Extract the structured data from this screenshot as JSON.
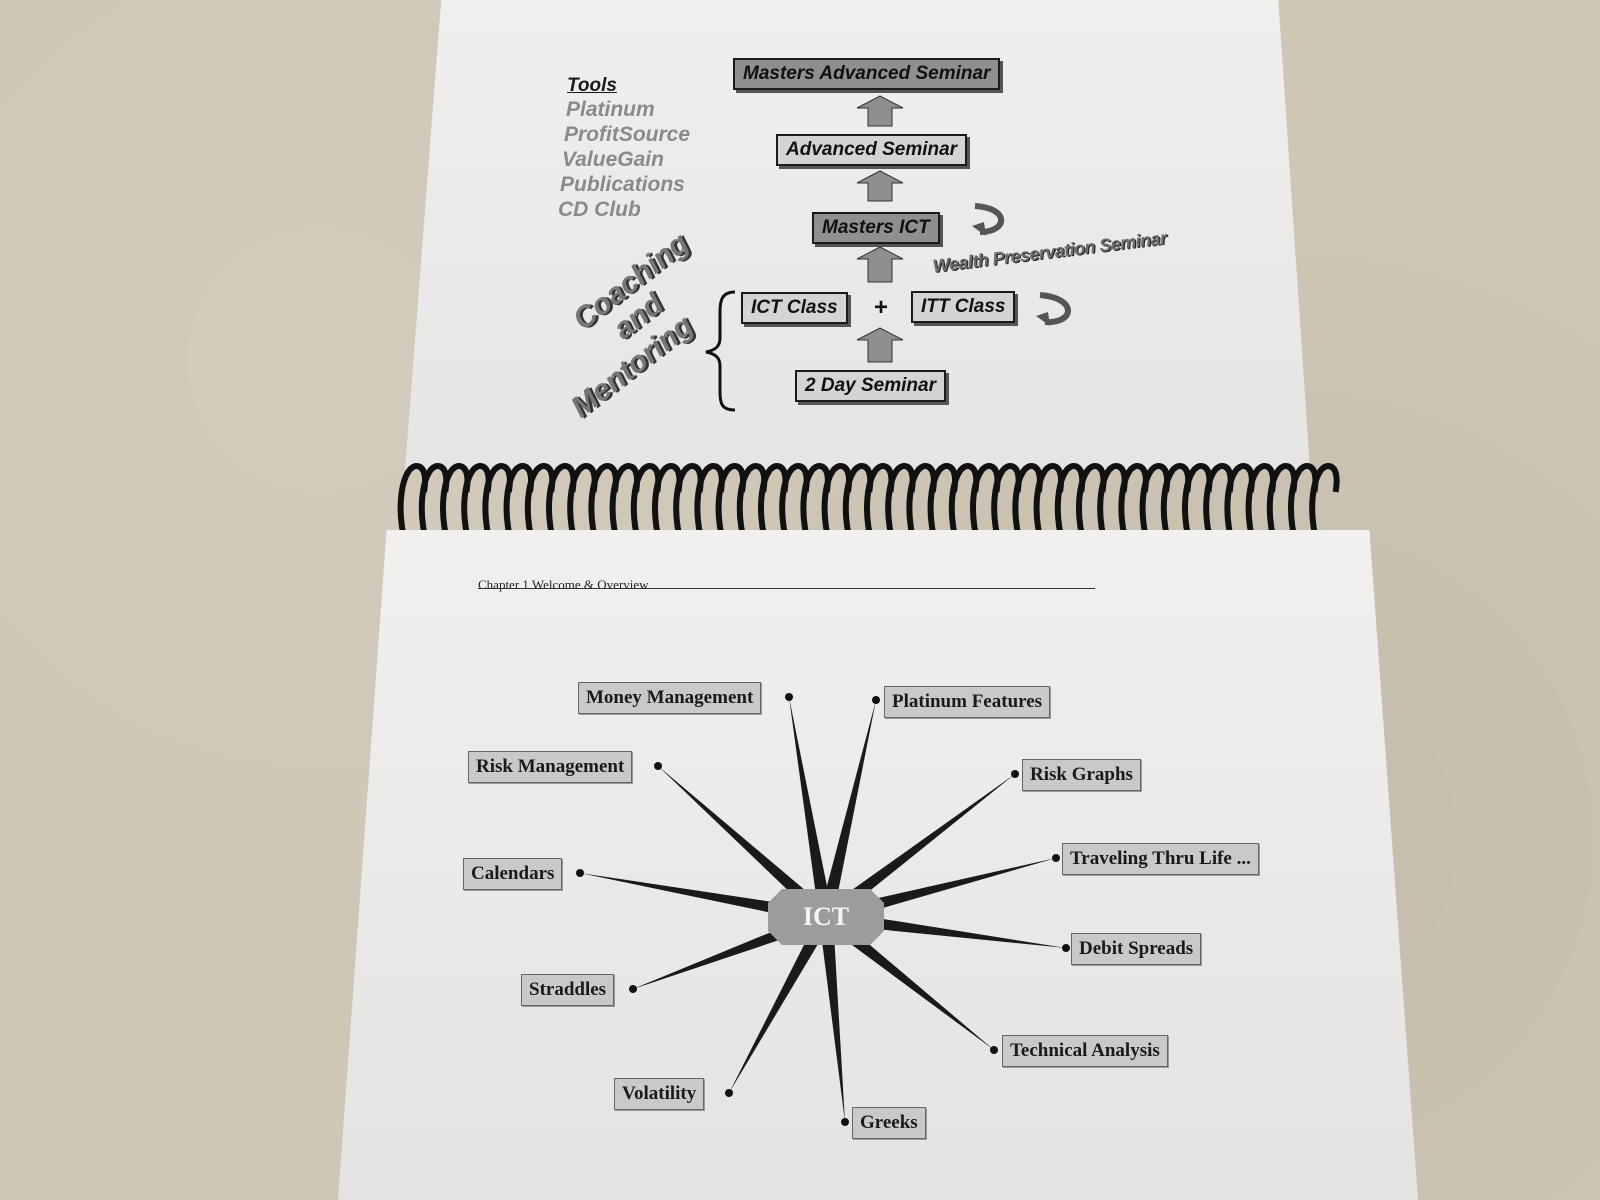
{
  "top_page": {
    "tools": {
      "title": "Tools",
      "items": [
        "Platinum",
        "ProfitSource",
        "ValueGain",
        "Publications",
        "CD Club"
      ]
    },
    "coaching": [
      "Coaching",
      "and",
      "Mentoring"
    ],
    "flow": {
      "masters_advanced": "Masters Advanced Seminar",
      "advanced": "Advanced Seminar",
      "masters_ict": "Masters ICT",
      "wealth_preservation": "Wealth Preservation Seminar",
      "ict_class": "ICT Class",
      "plus": "+",
      "itt_class": "ITT Class",
      "two_day": "2 Day Seminar"
    }
  },
  "bottom_page": {
    "header": "Chapter 1 Welcome & Overview",
    "center": "ICT",
    "spokes": {
      "money_management": "Money Management",
      "platinum_features": "Platinum Features",
      "risk_management": "Risk Management",
      "risk_graphs": "Risk Graphs",
      "calendars": "Calendars",
      "traveling": "Traveling Thru Life ...",
      "debit_spreads": "Debit Spreads",
      "straddles": "Straddles",
      "technical_analysis": "Technical Analysis",
      "volatility": "Volatility",
      "greeks": "Greeks"
    }
  },
  "colors": {
    "table": "#cfc6b6",
    "paper": "#ecebea",
    "spiral": "#111111",
    "box_fill": "#c9c9c9",
    "center_fill": "#9c9c9c"
  }
}
